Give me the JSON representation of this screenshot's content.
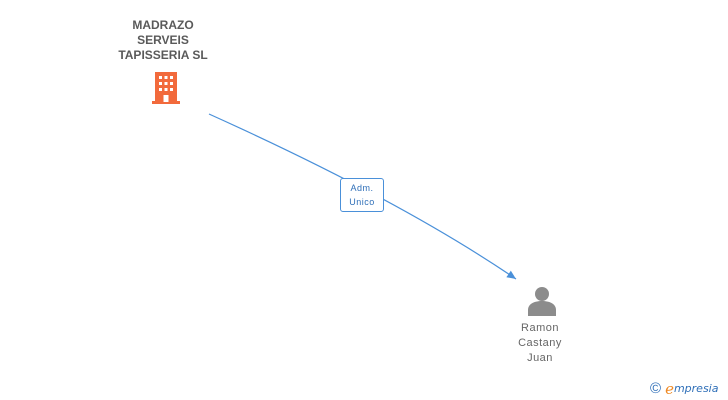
{
  "company": {
    "name_lines": [
      "MADRAZO",
      "SERVEIS",
      "TAPISSERIA SL"
    ],
    "icon": "building-icon",
    "color": "#f26a3c"
  },
  "relation": {
    "label_lines": [
      "Adm.",
      "Unico"
    ],
    "color": "#4a90d9"
  },
  "person": {
    "name_lines": [
      "Ramon",
      "Castany",
      "Juan"
    ],
    "icon": "person-icon",
    "color": "#8c8c8c"
  },
  "footer": {
    "copyright_symbol": "©",
    "brand_initial": "e",
    "brand_rest": "mpresia",
    "brand_initial_color": "#f08a24",
    "brand_color": "#2f6fb8"
  }
}
